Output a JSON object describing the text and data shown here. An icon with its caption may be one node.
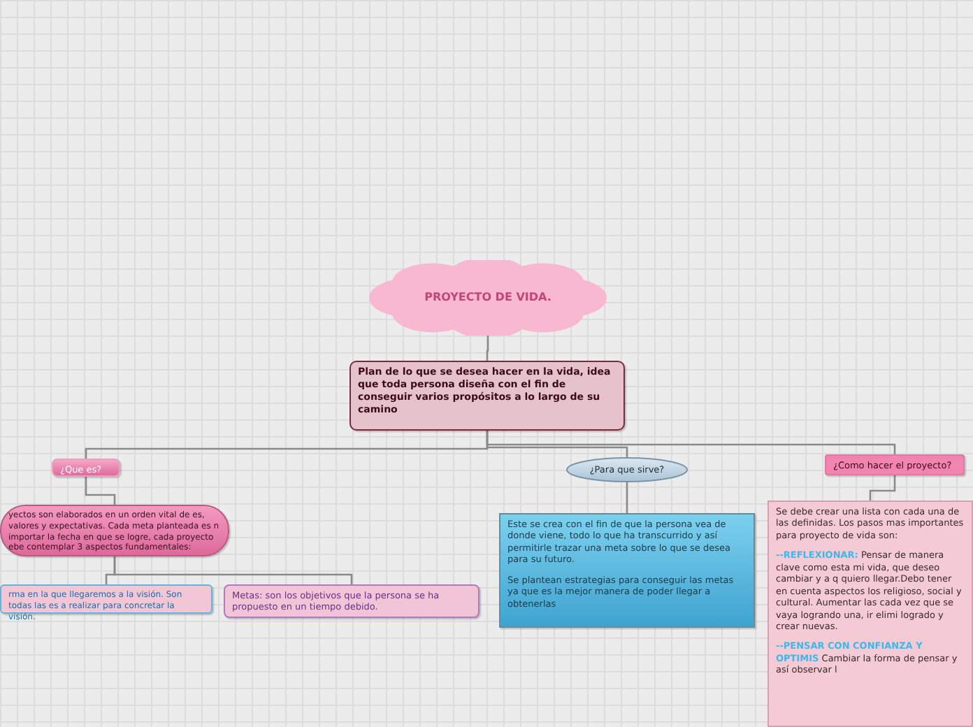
{
  "diagram": {
    "nodes": [
      {
        "text": [
          "PROYECTO DE VIDA."
        ]
      },
      {
        "text": [
          "Plan de lo que se desea hacer en la vida, idea que toda persona diseña con el fin de conseguir varios propósitos a lo largo de su camino"
        ]
      },
      {
        "text": [
          "¿Que es?"
        ]
      },
      {
        "text": [
          "¿Para que sirve?"
        ]
      },
      {
        "text": [
          "¿Como hacer el proyecto?"
        ]
      },
      {
        "text": [
          "yectos son elaborados en un orden vital de es, valores y expectativas. Cada meta planteada es n importar la fecha en que se logre, cada proyecto ebe contemplar 3 aspectos fundamentales:"
        ]
      },
      {
        "text": [
          "rma en la que llegaremos a la visión. Son todas las es a realizar para concretar la visión."
        ]
      },
      {
        "text": [
          "Metas: son los objetivos que la persona se ha propuesto en un tiempo debido."
        ]
      },
      {
        "text": [
          "Este se crea con el fin de que la persona vea de donde viene, todo lo que ha transcurrido y así permitirle trazar una meta sobre lo que se desea para su futuro.",
          "Se plantean estrategias para conseguir las metas ya que es la mejor manera de poder llegar a obtenerlas"
        ]
      },
      {
        "text": [
          "Se debe crear una lista con cada una de las definidas. Los pasos mas importantes para proyecto de vida son:",
          "**--REFLEXIONAR:** Pensar de manera clave como esta mi vida, que deseo cambiar y a q quiero llegar.Debo tener en cuenta aspectos los religioso, social y cultural. Aumentar las cada vez que se vaya logrando una, ir elimi logrado y crear nuevas.",
          "**--PENSAR CON CONFIANZA Y OPTIMIS** Cambiar la forma de pensar y así observar l"
        ]
      }
    ],
    "edges": [
      {
        "from": 0,
        "to": 1,
        "arrow": "none"
      },
      {
        "from": 1,
        "to": 2,
        "arrow": "none"
      },
      {
        "from": 1,
        "to": 3,
        "arrow": "none"
      },
      {
        "from": 1,
        "to": 4,
        "arrow": "none"
      },
      {
        "from": 2,
        "to": 5,
        "arrow": "none"
      },
      {
        "from": 3,
        "to": 8,
        "arrow": "none"
      },
      {
        "from": 4,
        "to": 9,
        "arrow": "none"
      },
      {
        "from": 5,
        "to": 6,
        "arrow": "none"
      },
      {
        "from": 5,
        "to": 7,
        "arrow": "none"
      }
    ]
  }
}
